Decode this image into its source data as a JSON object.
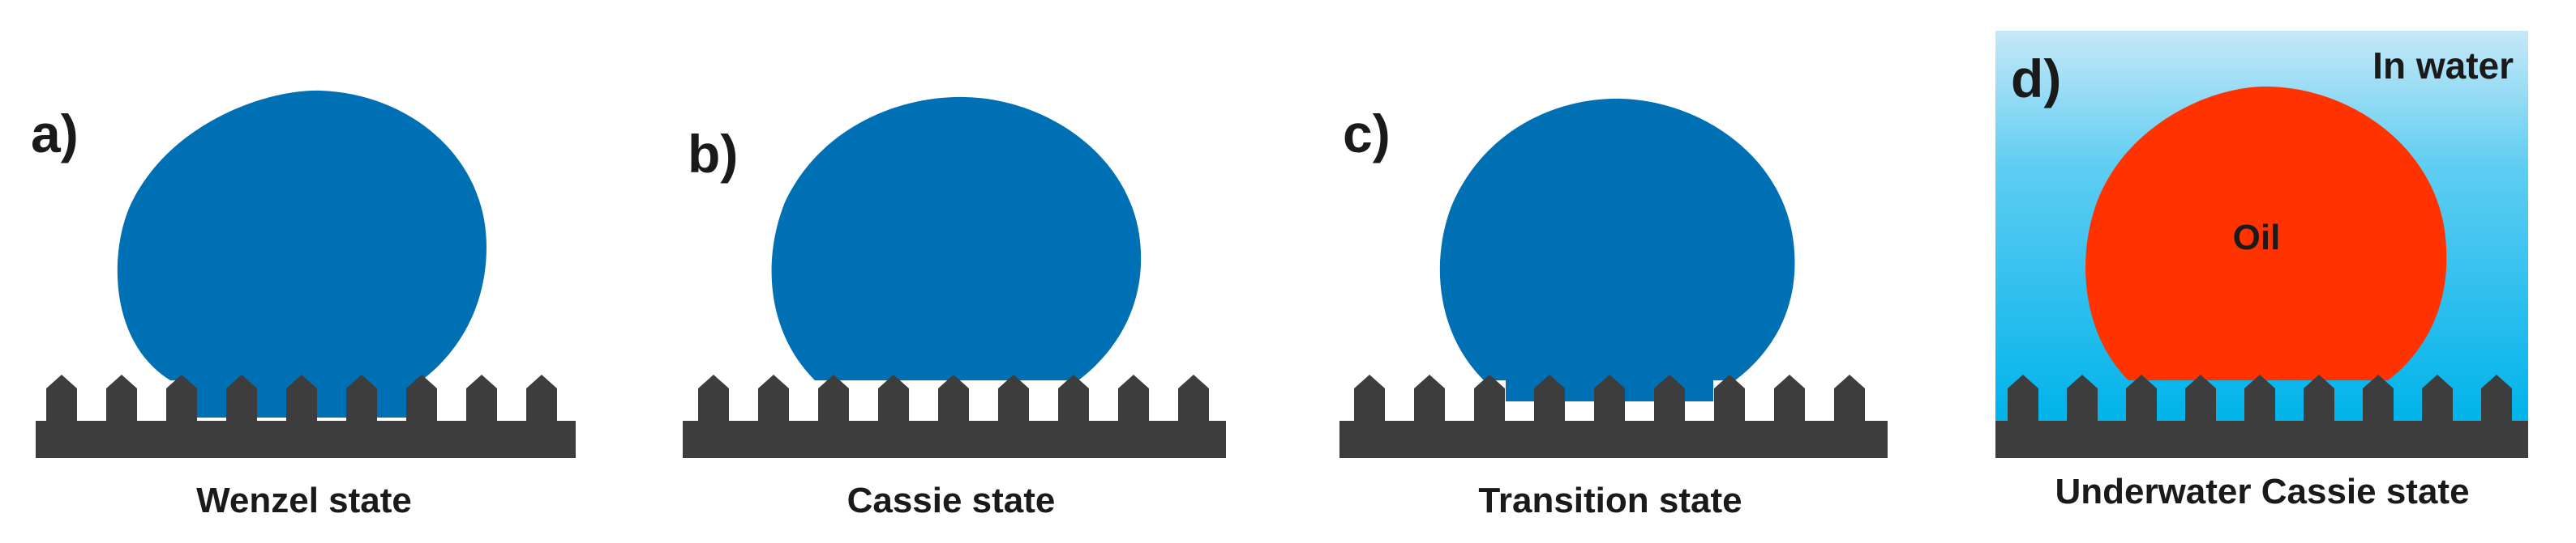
{
  "panels": [
    {
      "letter": "a)",
      "caption": "Wenzel state"
    },
    {
      "letter": "b)",
      "caption": "Cassie state"
    },
    {
      "letter": "c)",
      "caption": "Transition state"
    },
    {
      "letter": "d)",
      "caption": "Underwater Cassie state",
      "environment_label": "In water",
      "droplet_label": "Oil"
    }
  ],
  "colors": {
    "water_droplet": "#0070b4",
    "oil_droplet": "#ff3300",
    "substrate": "#3d3d3d",
    "underwater_top": "#bfe6f6",
    "underwater_bottom": "#00b5ec",
    "text": "#1a1a1a"
  }
}
